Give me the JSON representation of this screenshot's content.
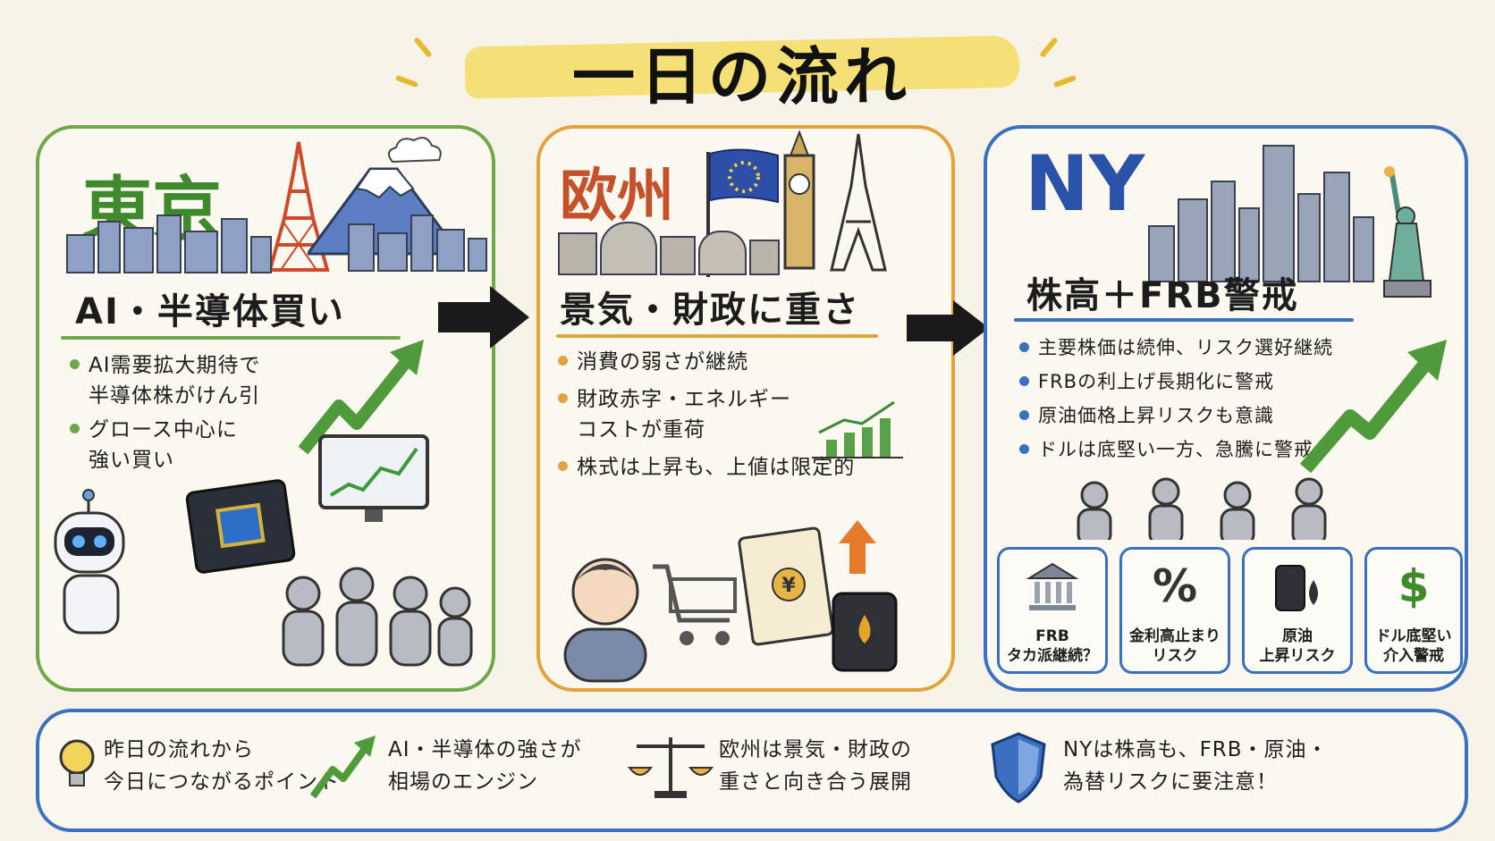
{
  "title": "一日の流れ",
  "colors": {
    "tokyo": "#6ea84a",
    "europe": "#e3a23a",
    "ny": "#3b6fc0",
    "highlight": "#f4dd6a"
  },
  "tokyo": {
    "region": "東京",
    "headline": "AI・半導体買い",
    "bullets": [
      "AI需要拡大期待で",
      "半導体株がけん引",
      "グロース中心に",
      "強い買い"
    ],
    "icons": [
      "tokyo-tower-icon",
      "mount-fuji-icon",
      "robot-icon",
      "chip-icon",
      "chart-monitor-icon",
      "rising-arrow-icon"
    ]
  },
  "europe": {
    "region": "欧州",
    "headline": "景気・財政に重さ",
    "bullets": [
      "消費の弱さが継続",
      "財政赤字・エネルギー",
      "コストが重荷",
      "株式は上昇も、上値は限定的"
    ],
    "invoice_symbol": "¥",
    "icons": [
      "eu-flag-icon",
      "big-ben-icon",
      "eiffel-tower-icon",
      "shopping-cart-icon",
      "invoice-icon",
      "oil-drum-icon"
    ]
  },
  "ny": {
    "region": "NY",
    "headline": "株高＋FRB警戒",
    "bullets": [
      "主要株価は続伸、リスク選好継続",
      "FRBの利上げ長期化に警戒",
      "原油価格上昇リスクも意識",
      "ドルは底堅い一方、急騰に警戒"
    ],
    "cards": [
      {
        "icon": "bank-icon",
        "glyph": "🏛",
        "line1": "FRB",
        "line2": "タカ派継続？"
      },
      {
        "icon": "percent-icon",
        "glyph": "%",
        "line1": "金利高止まり",
        "line2": "リスク"
      },
      {
        "icon": "oil-barrel-icon",
        "glyph": "🛢",
        "line1": "原油",
        "line2": "上昇リスク"
      },
      {
        "icon": "dollar-icon",
        "glyph": "$",
        "line1": "ドル底堅い",
        "line2": "介入警戒"
      }
    ]
  },
  "bottom": {
    "items": [
      {
        "icon": "lightbulb-icon",
        "line1": "昨日の流れから",
        "line2": "今日につながるポイント"
      },
      {
        "icon": "rising-arrow-icon",
        "line1": "AI・半導体の強さが",
        "line2": "相場のエンジン"
      },
      {
        "icon": "balance-scale-icon",
        "line1": "欧州は景気・財政の",
        "line2": "重さと向き合う展開"
      },
      {
        "icon": "shield-icon",
        "line1": "NYは株高も、FRB・原油・",
        "line2": "為替リスクに要注意！"
      }
    ]
  }
}
